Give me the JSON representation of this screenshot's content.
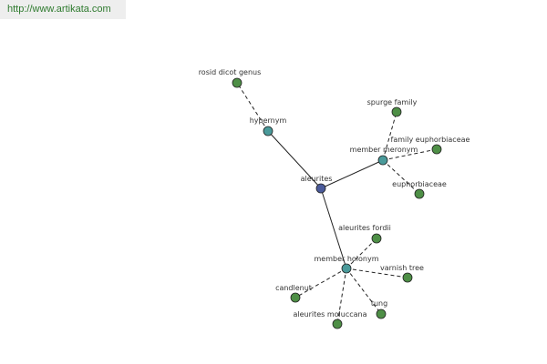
{
  "header": {
    "url": "http://www.artikata.com"
  },
  "colors": {
    "center": "#4a5a9a",
    "relation": "#4a9a9a",
    "leaf": "#4e8f46",
    "url_text": "#2e7a2e"
  },
  "graph": {
    "nodes": [
      {
        "id": "aleurites",
        "label": "aleurites",
        "kind": "center"
      },
      {
        "id": "hypernym",
        "label": "hypernym",
        "kind": "relation"
      },
      {
        "id": "member-meronym",
        "label": "member meronym",
        "kind": "relation"
      },
      {
        "id": "member-holonym",
        "label": "member holonym",
        "kind": "relation"
      },
      {
        "id": "rosid-dicot-genus",
        "label": "rosid dicot genus",
        "kind": "leaf"
      },
      {
        "id": "spurge-family",
        "label": "spurge family",
        "kind": "leaf"
      },
      {
        "id": "family-euphorbiaceae",
        "label": "family euphorbiaceae",
        "kind": "leaf"
      },
      {
        "id": "euphorbiaceae",
        "label": "euphorbiaceae",
        "kind": "leaf"
      },
      {
        "id": "aleurites-fordii",
        "label": "aleurites fordii",
        "kind": "leaf"
      },
      {
        "id": "varnish-tree",
        "label": "varnish tree",
        "kind": "leaf"
      },
      {
        "id": "candlenut",
        "label": "candlenut",
        "kind": "leaf"
      },
      {
        "id": "tung",
        "label": "tung",
        "kind": "leaf"
      },
      {
        "id": "aleurites-moluccana",
        "label": "aleurites moluccana",
        "kind": "leaf"
      }
    ],
    "edges": [
      {
        "from": "aleurites",
        "to": "hypernym",
        "style": "solid"
      },
      {
        "from": "aleurites",
        "to": "member-meronym",
        "style": "solid"
      },
      {
        "from": "aleurites",
        "to": "member-holonym",
        "style": "solid"
      },
      {
        "from": "hypernym",
        "to": "rosid-dicot-genus",
        "style": "dashed"
      },
      {
        "from": "member-meronym",
        "to": "spurge-family",
        "style": "dashed"
      },
      {
        "from": "member-meronym",
        "to": "family-euphorbiaceae",
        "style": "dashed"
      },
      {
        "from": "member-meronym",
        "to": "euphorbiaceae",
        "style": "dashed"
      },
      {
        "from": "member-holonym",
        "to": "aleurites-fordii",
        "style": "dashed"
      },
      {
        "from": "member-holonym",
        "to": "varnish-tree",
        "style": "dashed"
      },
      {
        "from": "member-holonym",
        "to": "candlenut",
        "style": "dashed"
      },
      {
        "from": "member-holonym",
        "to": "tung",
        "style": "dashed"
      },
      {
        "from": "member-holonym",
        "to": "aleurites-moluccana",
        "style": "dashed"
      }
    ]
  }
}
